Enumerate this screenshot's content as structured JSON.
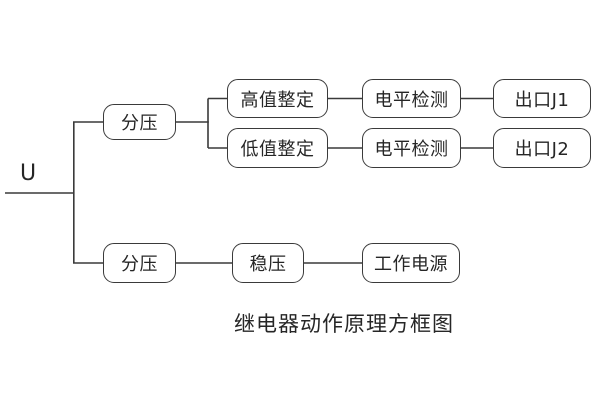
{
  "diagram": {
    "title": "继电器动作原理方框图",
    "source_label": "U",
    "nodes": [
      {
        "id": "fenya-top",
        "label": "分压"
      },
      {
        "id": "gaozhi",
        "label": "高值整定"
      },
      {
        "id": "dizhi",
        "label": "低值整定"
      },
      {
        "id": "dianping-1",
        "label": "电平检测"
      },
      {
        "id": "dianping-2",
        "label": "电平检测"
      },
      {
        "id": "chukou-j1",
        "label": "出口J1"
      },
      {
        "id": "chukou-j2",
        "label": "出口J2"
      },
      {
        "id": "fenya-bottom",
        "label": "分压"
      },
      {
        "id": "wenya",
        "label": "稳压"
      },
      {
        "id": "gongzuo",
        "label": "工作电源"
      }
    ],
    "edges": [
      {
        "from": "U",
        "to": "fenya-top"
      },
      {
        "from": "U",
        "to": "fenya-bottom"
      },
      {
        "from": "fenya-top",
        "to": "gaozhi"
      },
      {
        "from": "fenya-top",
        "to": "dizhi"
      },
      {
        "from": "gaozhi",
        "to": "dianping-1"
      },
      {
        "from": "dizhi",
        "to": "dianping-2"
      },
      {
        "from": "dianping-1",
        "to": "chukou-j1"
      },
      {
        "from": "dianping-2",
        "to": "chukou-j2"
      },
      {
        "from": "fenya-bottom",
        "to": "wenya"
      },
      {
        "from": "wenya",
        "to": "gongzuo"
      }
    ],
    "colors": {
      "line": "#3a3a3a",
      "text": "#262626",
      "background": "#ffffff"
    }
  }
}
